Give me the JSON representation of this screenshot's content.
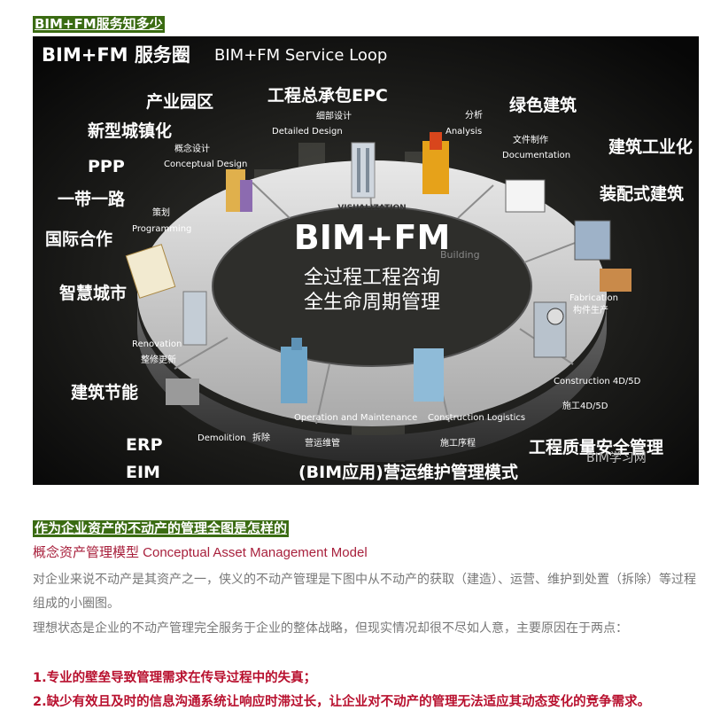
{
  "headings": {
    "h1": "BIM+FM服务知多少",
    "h2": "作为企业资产的不动产的管理全图是怎样的"
  },
  "figure": {
    "title_cn": "BIM+FM 服务圈",
    "title_en": "BIM+FM Service Loop",
    "center_title": "BIM+FM",
    "center_line1": "全过程工程咨询",
    "center_line2": "全生命周期管理",
    "center_ghost": "Building",
    "ring_label": "VISUALIZATION",
    "left_labels": [
      "产业园区",
      "新型城镇化",
      "PPP",
      "一带一路",
      "国际合作",
      "智慧城市",
      "建筑节能",
      "ERP",
      "EIM"
    ],
    "top_labels": [
      "工程总承包EPC",
      "绿色建筑",
      "建筑工业化",
      "装配式建筑"
    ],
    "bottom_main": "(BIM应用)营运维护管理模式",
    "bottom_right": "工程质量安全管理",
    "watermark": "BIM学习网",
    "stages": [
      {
        "cn": "细部设计",
        "en": "Detailed Design"
      },
      {
        "cn": "分析",
        "en": "Analysis"
      },
      {
        "cn": "文件制作",
        "en": "Documentation"
      },
      {
        "cn": "概念设计",
        "en": "Conceptual Design"
      },
      {
        "cn": "策划",
        "en": "Programming"
      },
      {
        "cn": "整修更新",
        "en": "Renovation"
      },
      {
        "cn": "拆除",
        "en": "Demolition"
      },
      {
        "cn": "营运维管",
        "en": "Operation and Maintenance"
      },
      {
        "cn": "施工序程",
        "en": "Construction Logistics"
      },
      {
        "cn": "施工4D/5D",
        "en": "Construction 4D/5D"
      },
      {
        "cn": "构件生产",
        "en": "Fabrication"
      }
    ]
  },
  "subtitle": "概念资产管理模型  Conceptual Asset Management Model",
  "paragraphs": [
    "对企业来说不动产是其资产之一，侠义的不动产管理是下图中从不动产的获取（建造）、运营、维护到处置（拆除）等过程组成的小圈图。",
    "理想状态是企业的不动产管理完全服务于企业的整体战略，但现实情况却很不尽如人意，主要原因在于两点："
  ],
  "points": [
    "1.专业的壁垒导致管理需求在传导过程中的失真；",
    "2.缺少有效且及时的信息沟通系统让响应时滞过长，让企业对不动产的管理无法适应其动态变化的竞争需求。"
  ]
}
